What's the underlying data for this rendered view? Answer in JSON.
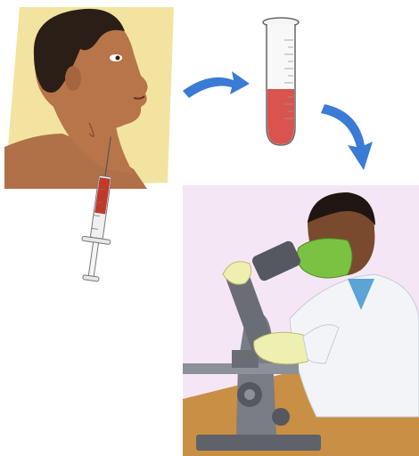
{
  "figure": {
    "steps": [
      {
        "id": "aspiration",
        "icon": "patient-syringe-icon"
      },
      {
        "id": "sample",
        "icon": "test-tube-icon"
      },
      {
        "id": "microscopy",
        "icon": "lab-technician-microscope-icon"
      }
    ],
    "arrows": [
      {
        "from": "aspiration",
        "to": "sample",
        "icon": "curved-arrow-icon"
      },
      {
        "from": "sample",
        "to": "microscopy",
        "icon": "curved-arrow-icon"
      }
    ],
    "colors": {
      "patient_background": "#f2e4a0",
      "lab_background": "#f5e6f5",
      "arrow": "#3a7bd5",
      "blood": "#d9534f",
      "skin_patient": "#b8754a",
      "mask": "#7cc242",
      "lab_coat": "#f2f4f8",
      "microscope": "#7a7d85",
      "bench": "#c98f45"
    }
  }
}
